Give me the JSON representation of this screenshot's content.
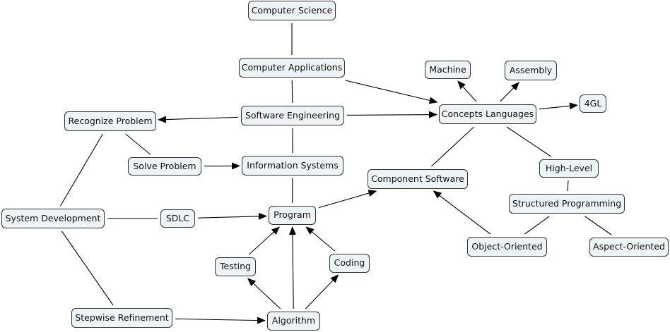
{
  "diagram": {
    "type": "concept-map",
    "colors": {
      "node_fill": "#eef3f5",
      "node_border": "#333333",
      "edge": "#000000"
    },
    "nodes": [
      {
        "id": "cs",
        "label": "Computer Science"
      },
      {
        "id": "ca",
        "label": "Computer Applications"
      },
      {
        "id": "se",
        "label": "Software Engineering"
      },
      {
        "id": "rp",
        "label": "Recognize Problem"
      },
      {
        "id": "sp",
        "label": "Solve Problem"
      },
      {
        "id": "is",
        "label": "Information Systems"
      },
      {
        "id": "cl",
        "label": "Concepts Languages"
      },
      {
        "id": "ma",
        "label": "Machine"
      },
      {
        "id": "as",
        "label": "Assembly"
      },
      {
        "id": "gl",
        "label": "4GL"
      },
      {
        "id": "cps",
        "label": "Component Software"
      },
      {
        "id": "hl",
        "label": "High-Level"
      },
      {
        "id": "stp",
        "label": "Structured Programming"
      },
      {
        "id": "oo",
        "label": "Object-Oriented"
      },
      {
        "id": "ao",
        "label": "Aspect-Oriented"
      },
      {
        "id": "sd",
        "label": "System Development"
      },
      {
        "id": "sdlc",
        "label": "SDLC"
      },
      {
        "id": "pr",
        "label": "Program"
      },
      {
        "id": "te",
        "label": "Testing"
      },
      {
        "id": "co",
        "label": "Coding"
      },
      {
        "id": "sr",
        "label": "Stepwise Refinement"
      },
      {
        "id": "al",
        "label": "Algorithm"
      }
    ],
    "edges": [
      {
        "from": "cs",
        "to": "ca",
        "arrow": false
      },
      {
        "from": "ca",
        "to": "se",
        "arrow": false
      },
      {
        "from": "ca",
        "to": "cl",
        "arrow": true
      },
      {
        "from": "se",
        "to": "rp",
        "arrow": true
      },
      {
        "from": "se",
        "to": "cl",
        "arrow": true
      },
      {
        "from": "se",
        "to": "is",
        "arrow": false
      },
      {
        "from": "rp",
        "to": "sp",
        "arrow": false
      },
      {
        "from": "rp",
        "to": "sd",
        "arrow": false
      },
      {
        "from": "sp",
        "to": "is",
        "arrow": true
      },
      {
        "from": "is",
        "to": "pr",
        "arrow": false
      },
      {
        "from": "cl",
        "to": "ma",
        "arrow": true
      },
      {
        "from": "cl",
        "to": "as",
        "arrow": true
      },
      {
        "from": "cl",
        "to": "gl",
        "arrow": true
      },
      {
        "from": "cl",
        "to": "cps",
        "arrow": false
      },
      {
        "from": "cl",
        "to": "hl",
        "arrow": false
      },
      {
        "from": "hl",
        "to": "stp",
        "arrow": false
      },
      {
        "from": "stp",
        "to": "oo",
        "arrow": false
      },
      {
        "from": "stp",
        "to": "ao",
        "arrow": false
      },
      {
        "from": "oo",
        "to": "cps",
        "arrow": true
      },
      {
        "from": "pr",
        "to": "cps",
        "arrow": true
      },
      {
        "from": "sd",
        "to": "sdlc",
        "arrow": false
      },
      {
        "from": "sdlc",
        "to": "pr",
        "arrow": true
      },
      {
        "from": "sd",
        "to": "sr",
        "arrow": false
      },
      {
        "from": "sr",
        "to": "al",
        "arrow": true
      },
      {
        "from": "al",
        "to": "te",
        "arrow": true
      },
      {
        "from": "al",
        "to": "co",
        "arrow": true
      },
      {
        "from": "al",
        "to": "pr",
        "arrow": true
      },
      {
        "from": "te",
        "to": "pr",
        "arrow": true
      },
      {
        "from": "co",
        "to": "pr",
        "arrow": true
      }
    ]
  }
}
